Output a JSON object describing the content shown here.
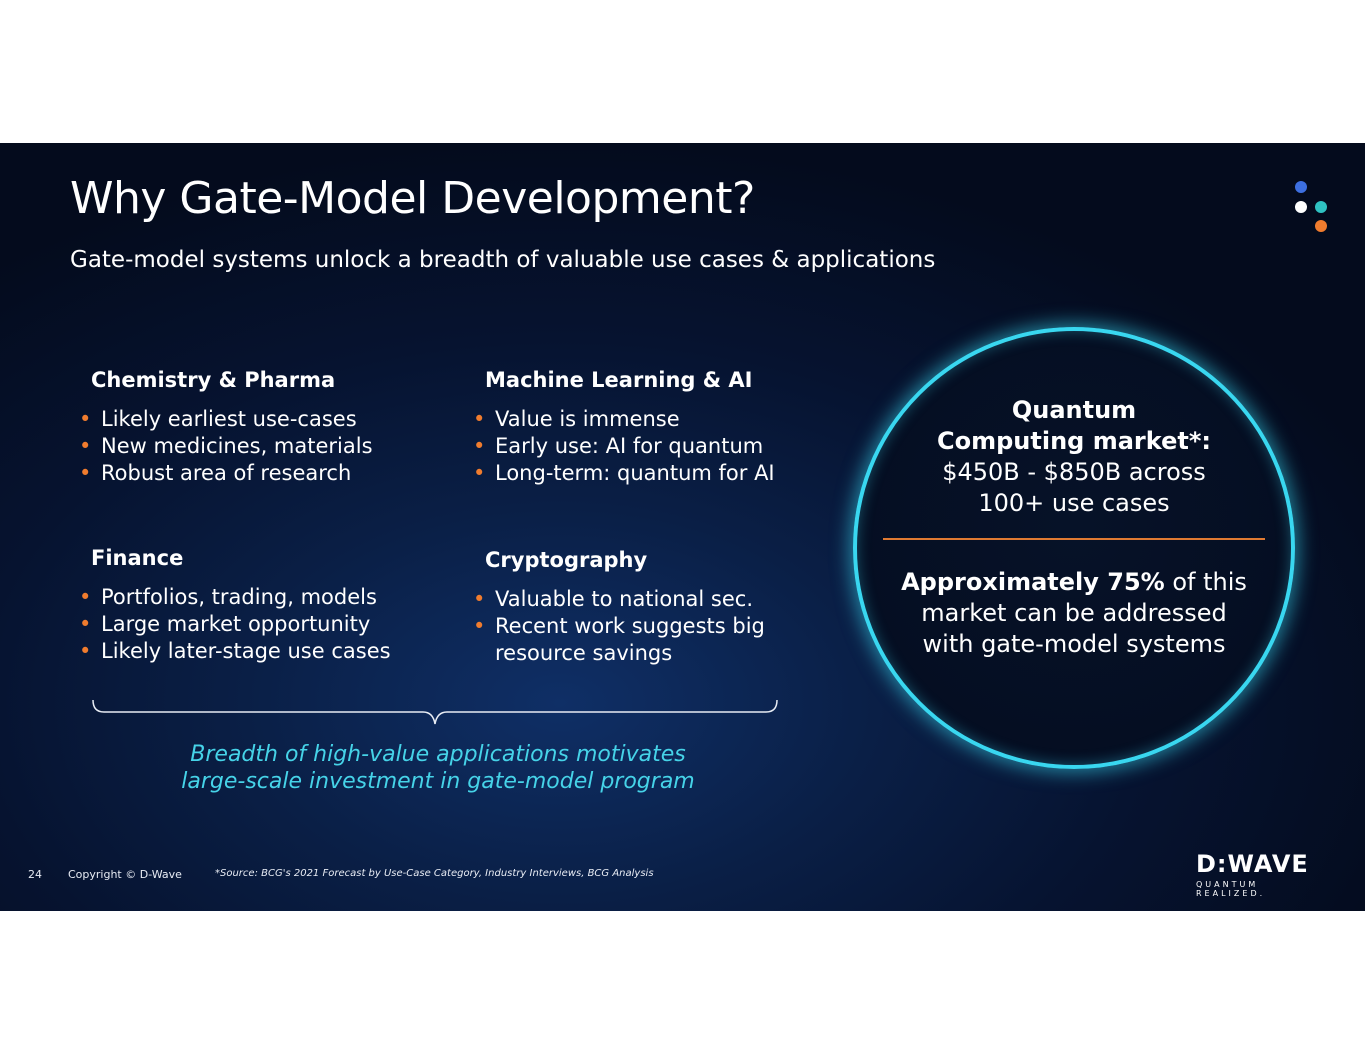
{
  "slide": {
    "title": "Why Gate-Model Development?",
    "subtitle": "Gate-model systems unlock a breadth of valuable use cases & applications",
    "colors": {
      "accent_orange": "#f07c2e",
      "accent_cyan": "#39d7f0",
      "accent_blue": "#3d6fe0",
      "accent_teal": "#2fc2c2"
    }
  },
  "categories": [
    {
      "heading": "Chemistry & Pharma",
      "bullets": [
        "Likely earliest use-cases",
        "New medicines, materials",
        "Robust area of research"
      ]
    },
    {
      "heading": "Machine Learning & AI",
      "bullets": [
        "Value is immense",
        "Early use: AI for quantum",
        "Long-term: quantum for AI"
      ]
    },
    {
      "heading": "Finance",
      "bullets": [
        "Portfolios, trading, models",
        "Large market opportunity",
        "Likely later-stage use cases"
      ]
    },
    {
      "heading": "Cryptography",
      "bullets": [
        "Valuable to national sec.",
        "Recent work suggests big resource savings"
      ]
    }
  ],
  "bullet_glyph": "•",
  "breadth": {
    "line1": "Breadth of high-value applications motivates",
    "line2": "large-scale investment in gate-model program"
  },
  "circle": {
    "market_line1": "Quantum",
    "market_line2": "Computing market*:",
    "market_line3": "$450B - $850B across",
    "market_line4": "100+ use cases",
    "approx_bold": "Approximately 75%",
    "approx_rest1": " of this",
    "approx_line2": "market can be addressed",
    "approx_line3": "with gate-model systems"
  },
  "footer": {
    "page_number": "24",
    "copyright": "Copyright © D-Wave",
    "source": "*Source: BCG's 2021 Forecast by Use-Case Category, Industry Interviews, BCG Analysis"
  },
  "logo": {
    "word": "D:WAVE",
    "tagline": "QUANTUM REALIZED."
  }
}
